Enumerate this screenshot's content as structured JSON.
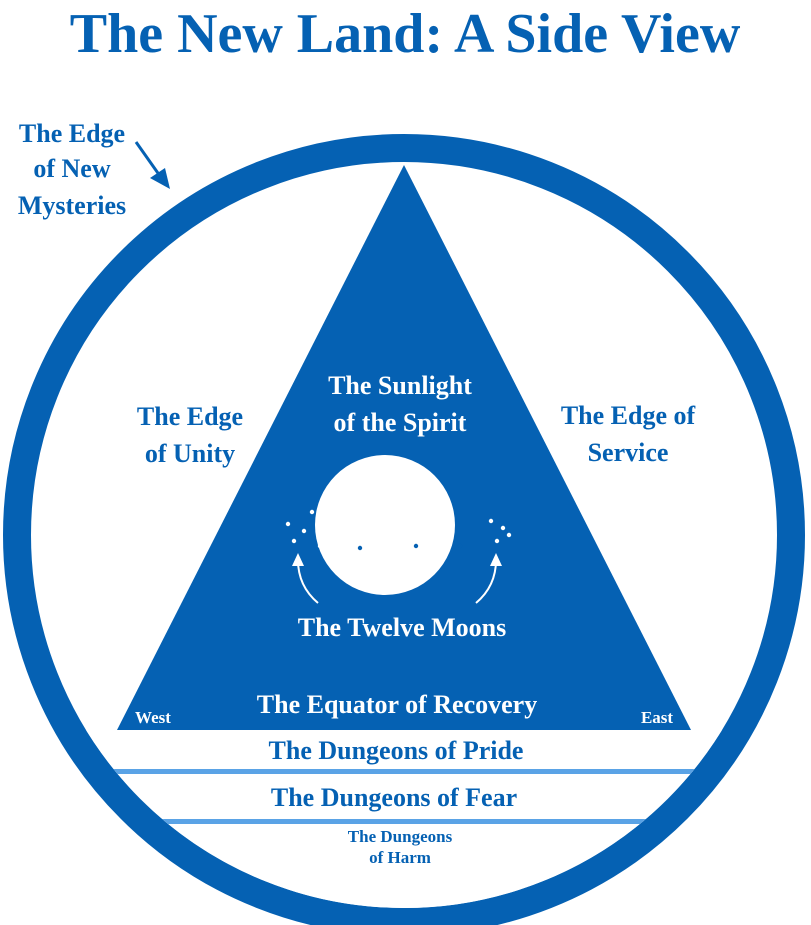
{
  "title": "The New Land: A Side View",
  "colors": {
    "primary": "#0561b3",
    "divider": "#5aa3e6",
    "background": "#ffffff"
  },
  "labels": {
    "edge_mysteries": [
      "The Edge",
      "of New",
      "Mysteries"
    ],
    "edge_unity": [
      "The Edge",
      "of Unity"
    ],
    "edge_service": [
      "The Edge of",
      "Service"
    ],
    "sunlight": [
      "The Sunlight",
      "of the Spirit"
    ],
    "twelve_moons": "The Twelve Moons",
    "equator": "The Equator of Recovery",
    "west": "West",
    "east": "East",
    "dungeon_pride": "The Dungeons of Pride",
    "dungeon_fear": "The Dungeons of Fear",
    "dungeon_harm": [
      "The Dungeons",
      "of Harm"
    ]
  }
}
